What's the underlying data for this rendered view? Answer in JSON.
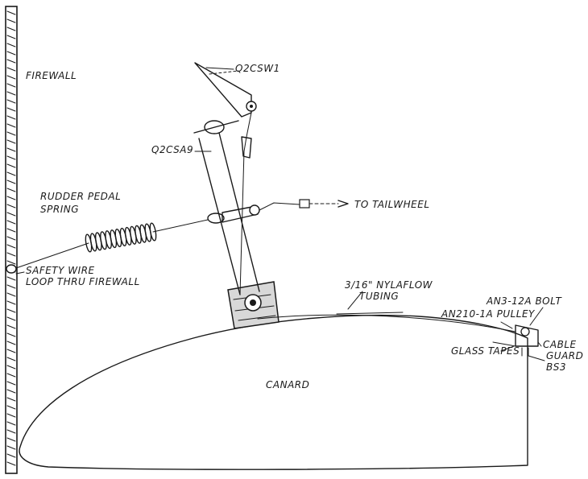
{
  "labels": {
    "firewall": "FIREWALL",
    "q2cw1": "Q2CSW1",
    "q2csa9": "Q2CSA9",
    "rudder_pedal": "RUDDER PEDAL",
    "spring": "SPRING",
    "to_tailwheel": "TO TAILWHEEL",
    "safety_wire": "SAFETY WIRE",
    "loop_thru": "LOOP THRU FIREWALL",
    "nyla_size": "3/16\" NYLAFLOW",
    "tubing": "TUBING",
    "an3_bolt": "AN3-12A BOLT",
    "an210_pulley": "AN210-1A PULLEY",
    "cable": "CABLE",
    "guard": "GUARD",
    "glass_tapes": "GLASS TAPES",
    "bs3": "BS3",
    "canard": "CANARD"
  },
  "colors": {
    "ink": "#1a1a1a",
    "paper": "#ffffff"
  }
}
